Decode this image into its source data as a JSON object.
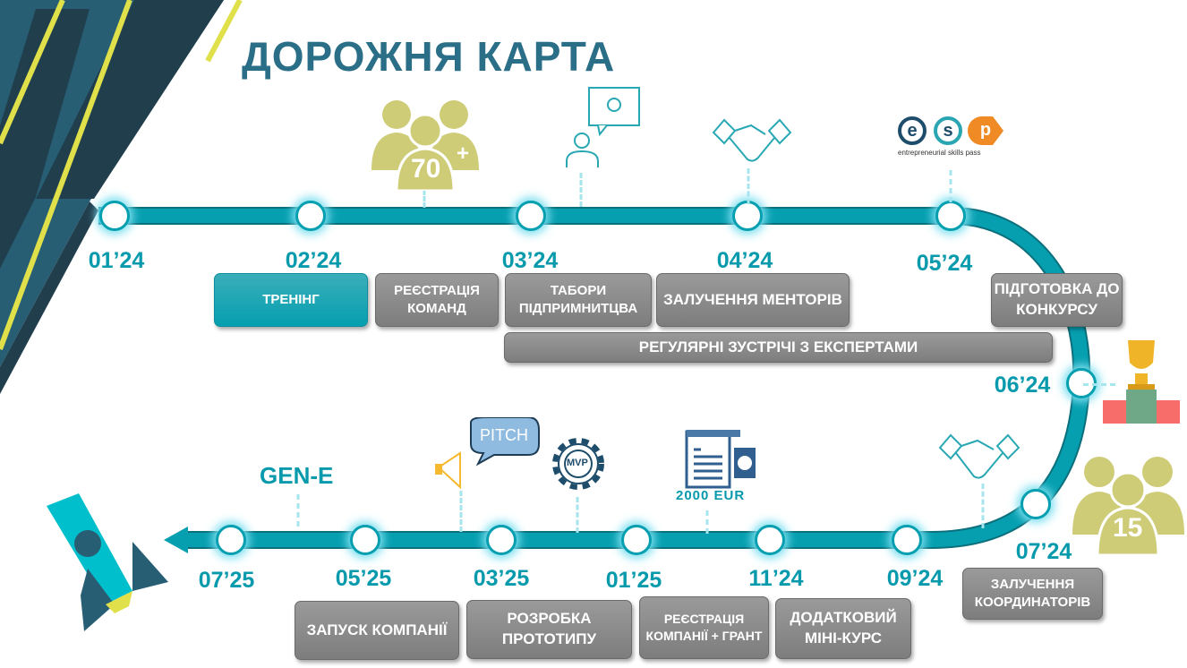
{
  "title": "ДОРОЖНЯ КАРТА",
  "dates": {
    "d0124": "01’24",
    "d0224": "02’24",
    "d0324": "03’24",
    "d0424": "04’24",
    "d0524": "05’24",
    "d0624": "06’24",
    "d0724": "07’24",
    "d0924": "09’24",
    "d1124": "11’24",
    "d0125": "01’25",
    "d0325": "03’25",
    "d0525": "05’25",
    "d0725": "07’25"
  },
  "milestones": {
    "training": "ТРЕНІНГ",
    "team_reg": "РЕЄСТРАЦІЯ КОМАНД",
    "camps": "ТАБОРИ ПІДПРИМНИТЦВА",
    "mentors": "ЗАЛУЧЕННЯ МЕНТОРІВ",
    "experts": "РЕГУЛЯРНІ ЗУСТРІЧІ З ЕКСПЕРТАМИ",
    "contest_prep": "ПІДГОТОВКА ДО КОНКУРСУ",
    "coordinators": "ЗАЛУЧЕННЯ КООРДИНАТОРІВ",
    "minicourse": "ДОДАТКОВИЙ МІНІ-КУРС",
    "company_reg": "РЕЄСТРАЦІЯ КОМПАНІЇ + ГРАНТ",
    "prototype": "РОЗРОБКА ПРОТОТИПУ",
    "launch": "ЗАПУСК КОМПАНІЇ"
  },
  "icons": {
    "people70": "70",
    "plus": "+",
    "people15": "15",
    "esp_letters": [
      "e",
      "s",
      "p"
    ],
    "esp_caption": "entrepreneurial skills pass",
    "pitch": "PITCH",
    "mvp": "MVP",
    "grant": "2000 EUR",
    "gen_e": "GEN-E"
  },
  "colors": {
    "teal": "#069fb0",
    "title": "#2a6e87",
    "olive": "#cfcc78",
    "navy": "#213e4d",
    "lime": "#dfe04a"
  }
}
